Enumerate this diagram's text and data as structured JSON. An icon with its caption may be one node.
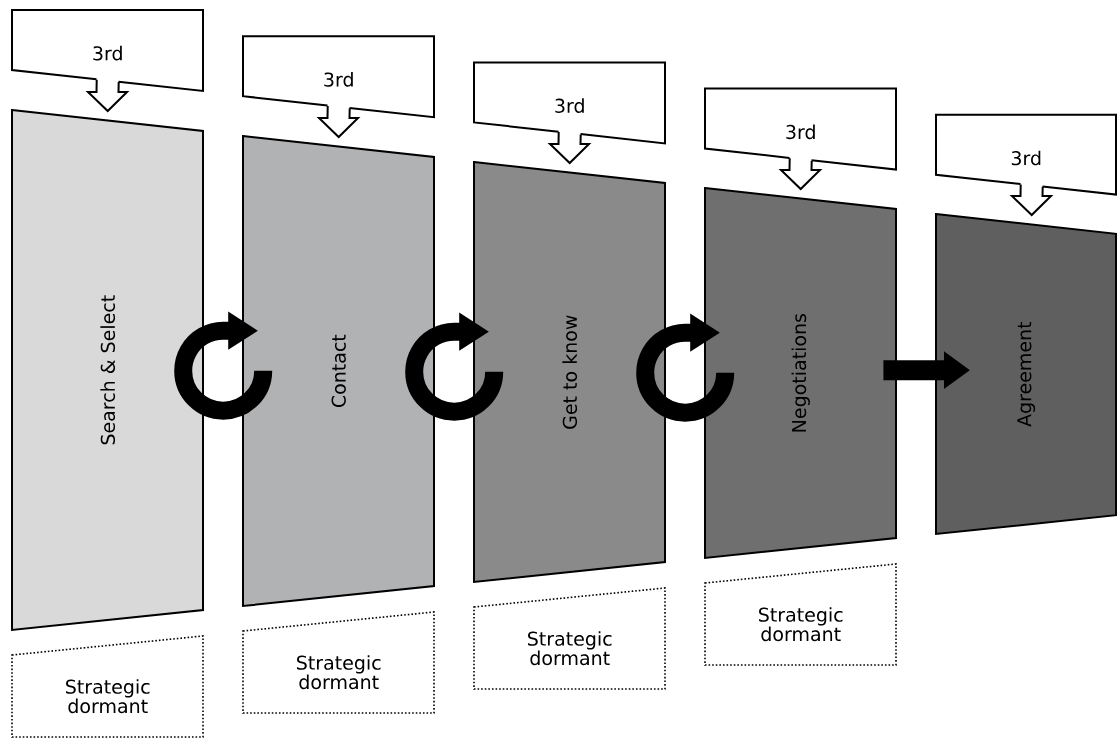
{
  "diagram": {
    "nodes": [
      {
        "text": [
          "3rd"
        ]
      },
      {
        "text": [
          "3rd"
        ]
      },
      {
        "text": [
          "3rd"
        ]
      },
      {
        "text": [
          "3rd"
        ]
      },
      {
        "text": [
          "3rd"
        ]
      },
      {
        "text": [
          "Search & Select"
        ]
      },
      {
        "text": [
          "Contact"
        ]
      },
      {
        "text": [
          "Get to know"
        ]
      },
      {
        "text": [
          "Negotiations"
        ]
      },
      {
        "text": [
          "Agreement"
        ]
      },
      {
        "text": [
          "Strategic dormant"
        ]
      },
      {
        "text": [
          "Strategic dormant"
        ]
      },
      {
        "text": [
          "Strategic dormant"
        ]
      },
      {
        "text": [
          "Strategic dormant"
        ]
      }
    ],
    "edges": [
      {
        "from": 0,
        "to": 5,
        "arrow": "to"
      },
      {
        "from": 1,
        "to": 6,
        "arrow": "to"
      },
      {
        "from": 2,
        "to": 7,
        "arrow": "to"
      },
      {
        "from": 3,
        "to": 8,
        "arrow": "to"
      },
      {
        "from": 4,
        "to": 9,
        "arrow": "to"
      },
      {
        "from": 5,
        "to": 6,
        "arrow": "to"
      },
      {
        "from": 6,
        "to": 7,
        "arrow": "to"
      },
      {
        "from": 7,
        "to": 8,
        "arrow": "to"
      },
      {
        "from": 8,
        "to": 9,
        "arrow": "to"
      }
    ]
  }
}
